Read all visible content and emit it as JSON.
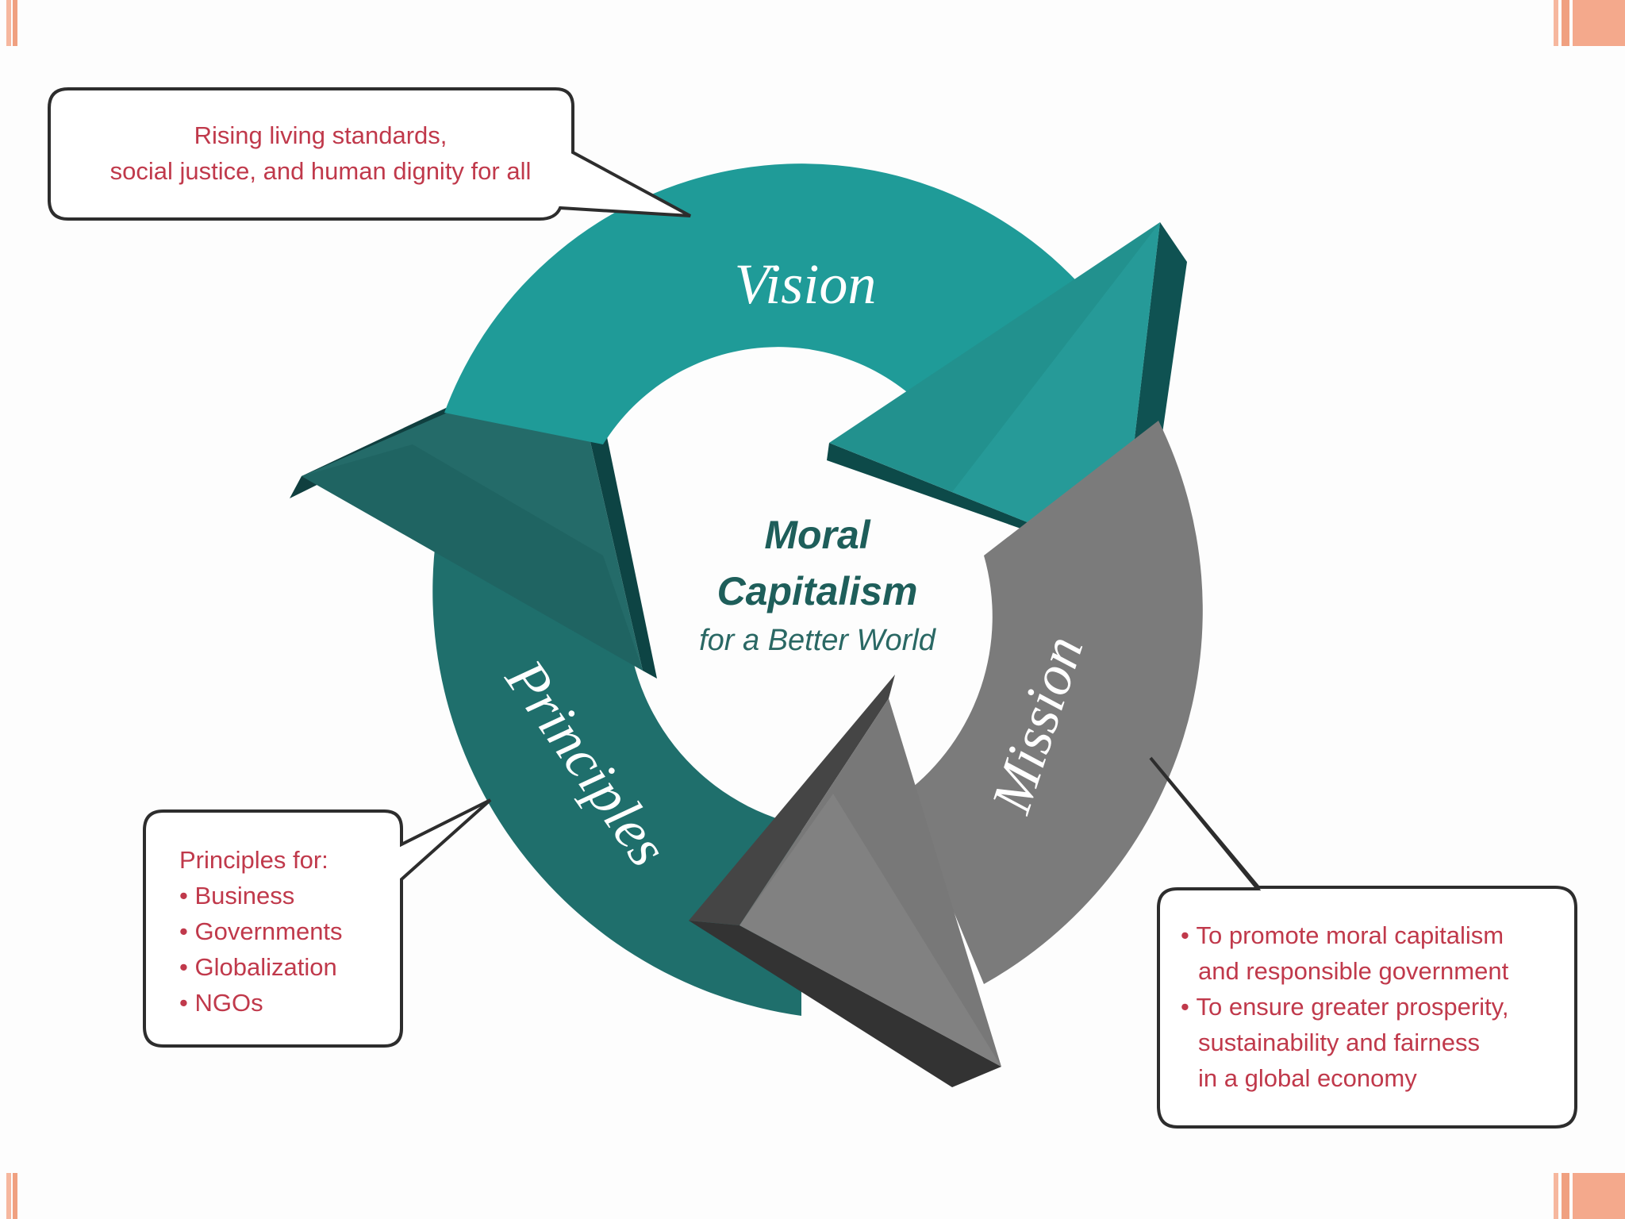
{
  "center": {
    "line1": "Moral",
    "line2": "Capitalism",
    "subtitle": "for a Better World"
  },
  "cycle": {
    "vision": "Vision",
    "mission": "Mission",
    "principles": "Principles"
  },
  "callouts": {
    "vision": [
      "Rising living standards,",
      "social justice, and human dignity for all"
    ],
    "principles": {
      "heading": "Principles for:",
      "items": [
        "Business",
        "Governments",
        "Globalization",
        "NGOs"
      ]
    },
    "mission": {
      "items": [
        [
          "To promote moral capitalism",
          "and responsible government"
        ],
        [
          "To ensure greater prosperity,",
          "sustainability and fairness",
          "in a global economy"
        ]
      ]
    }
  },
  "colors": {
    "teal_light": "#1f9b98",
    "teal_mid": "#23807d",
    "teal_dark": "#0d4f4d",
    "gray": "#7d7d7d",
    "gray_dark": "#3a3a3a",
    "callout_text": "#c0394b",
    "deco": "#f0a080"
  }
}
